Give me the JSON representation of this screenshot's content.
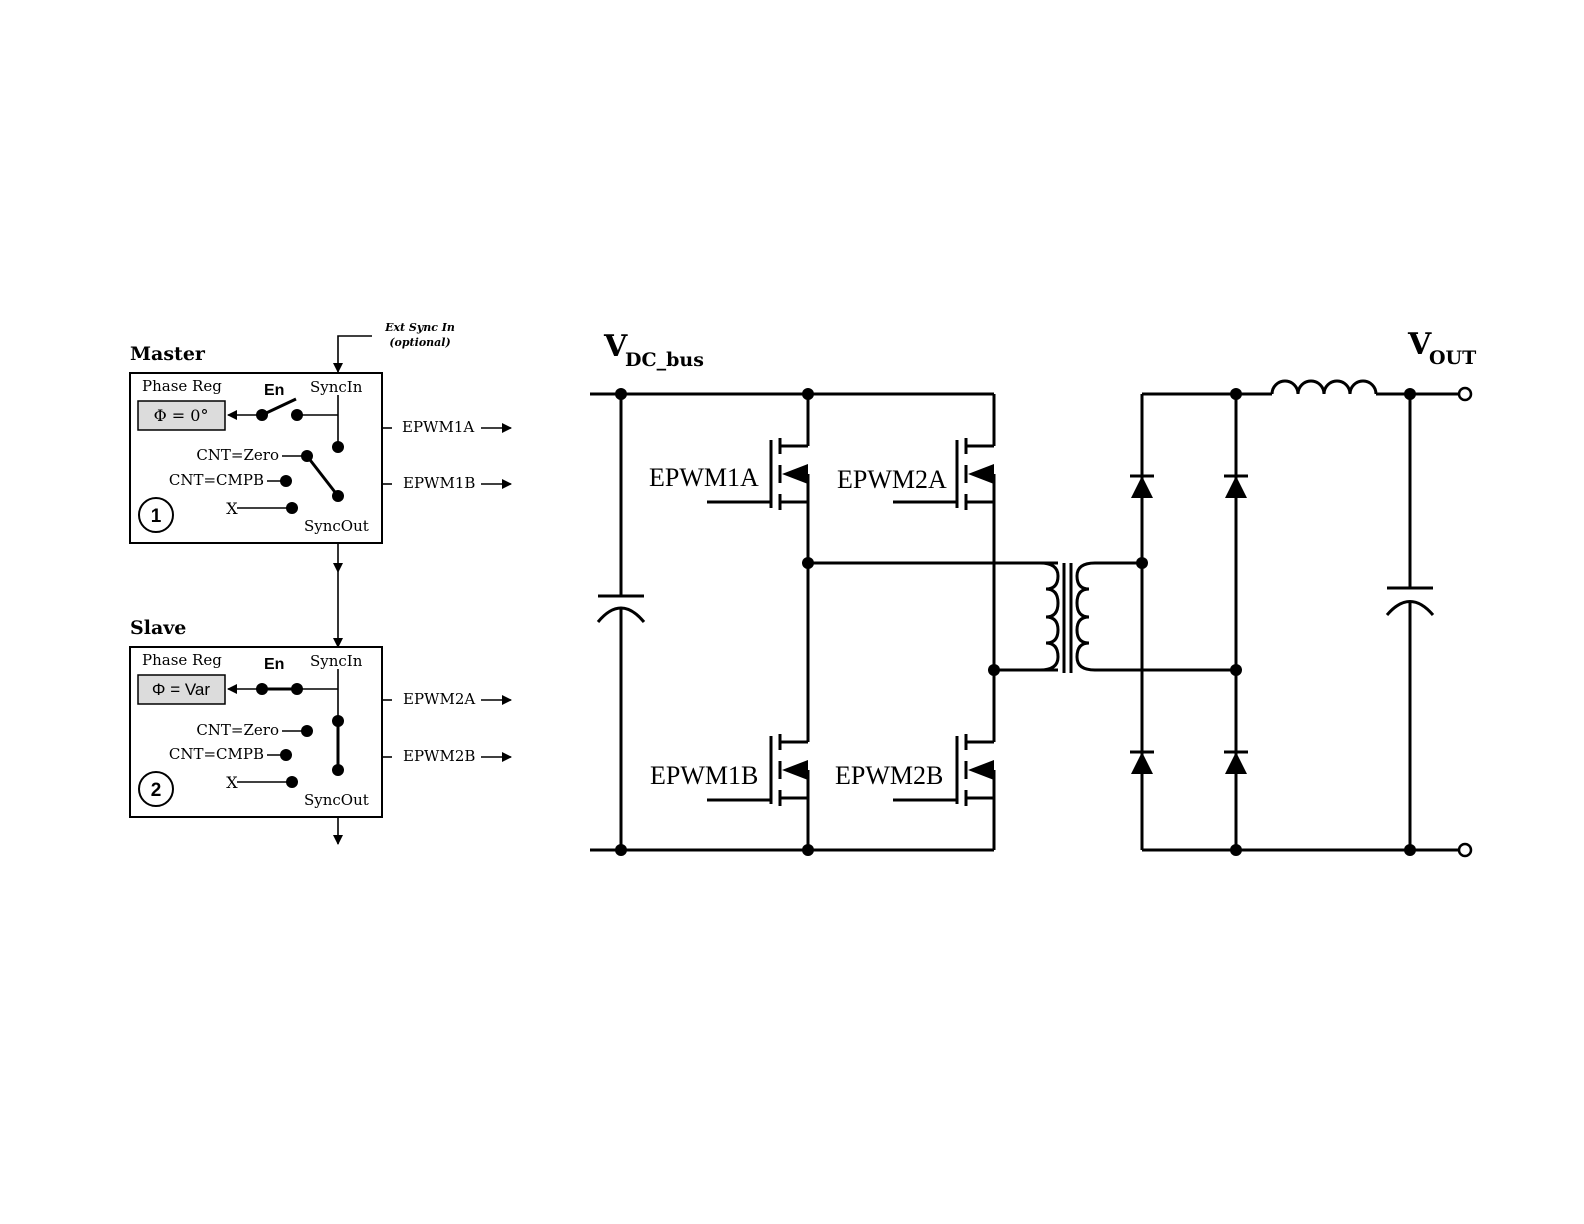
{
  "sync": {
    "ext_sync_line1": "Ext Sync In",
    "ext_sync_line2": "(optional)"
  },
  "master": {
    "title": "Master",
    "phase_reg": "Phase Reg",
    "en": "En",
    "sync_in": "SyncIn",
    "phase_value": "Φ = 0°",
    "cnt_zero": "CNT=Zero",
    "cnt_cmpb": "CNT=CMPB",
    "x_mark": "X",
    "sync_out": "SyncOut",
    "badge": "1",
    "out_a": "EPWM1A",
    "out_b": "EPWM1B"
  },
  "slave": {
    "title": "Slave",
    "phase_reg": "Phase Reg",
    "en": "En",
    "sync_in": "SyncIn",
    "phase_value": "Φ = Var",
    "cnt_zero": "CNT=Zero",
    "cnt_cmpb": "CNT=CMPB",
    "x_mark": "X",
    "sync_out": "SyncOut",
    "badge": "2",
    "out_a": "EPWM2A",
    "out_b": "EPWM2B"
  },
  "circuit": {
    "vdc_main": "V",
    "vdc_sub": "DC_bus",
    "vout_main": "V",
    "vout_sub": "OUT",
    "q1": "EPWM1A",
    "q2": "EPWM2A",
    "q3": "EPWM1B",
    "q4": "EPWM2B"
  }
}
